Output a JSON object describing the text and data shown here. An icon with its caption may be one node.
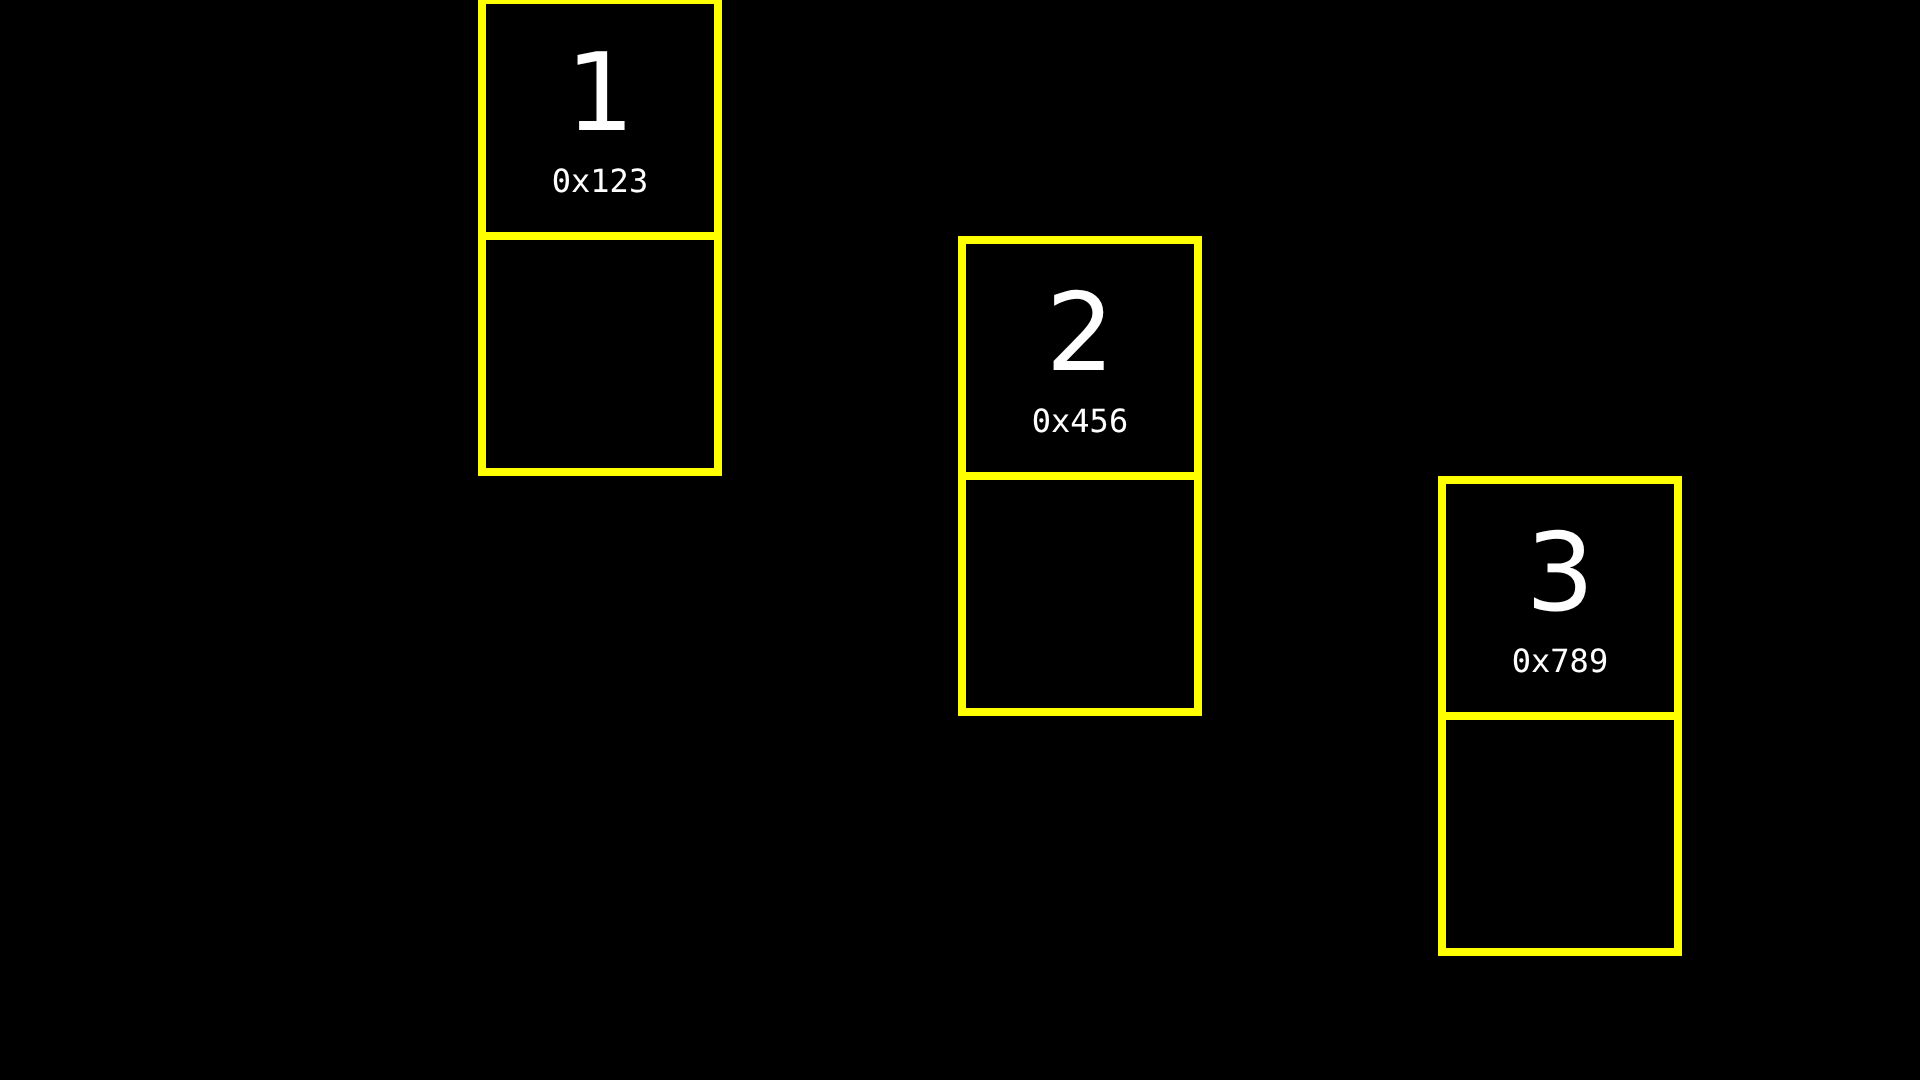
{
  "diagram": {
    "nodes": [
      {
        "text": [
          "1",
          "0x123"
        ]
      },
      {
        "text": [],
        "shape": "box"
      },
      {
        "text": [
          "2",
          "0x456"
        ]
      },
      {
        "text": [],
        "shape": "box"
      },
      {
        "text": [
          "3",
          "0x789"
        ]
      },
      {
        "text": [],
        "shape": "box"
      }
    ]
  }
}
